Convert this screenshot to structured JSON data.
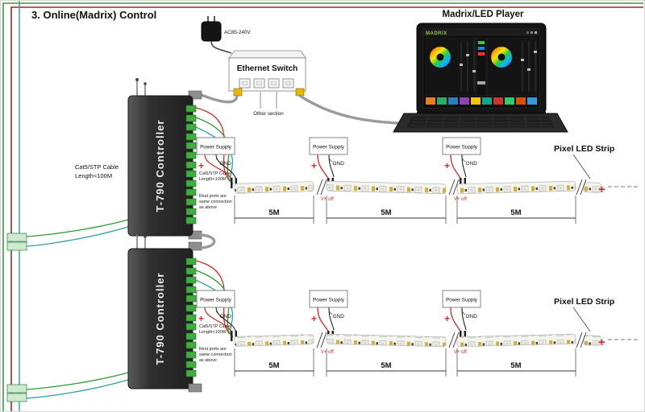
{
  "title": "3. Online(Madrix) Control",
  "top": {
    "adapter_label": "AC85-240V",
    "switch_label": "Ethernet Switch",
    "other_section": "Other section",
    "player_label": "Madrix/LED Player",
    "screen_brand": "MADRIX"
  },
  "labels": {
    "controller": "T-790 Controller",
    "power_supply": "Power Supply",
    "gnd": "GND",
    "plus": "+",
    "v_off": "V+ off",
    "seg_len": "5M",
    "pixel_strip": "Pixel LED Strip",
    "cat5_line1": "Cat5/STP Cable",
    "cat5_line2": "Length<100M",
    "note_line1": "Rest ports are",
    "note_line2": "same connection",
    "note_line3": "as above"
  },
  "colors": {
    "wire_green": "#2f9e2f",
    "wire_maroon": "#8b3030",
    "wire_teal": "#2fa0a0",
    "wire_red": "#d42a2a",
    "terminal_green": "#3fae3f",
    "cable_gray": "#9a9a9a",
    "plug_yellow": "#e6b800",
    "controller_body": "#2f2f2f",
    "strip_base": "#f5f5ef"
  }
}
